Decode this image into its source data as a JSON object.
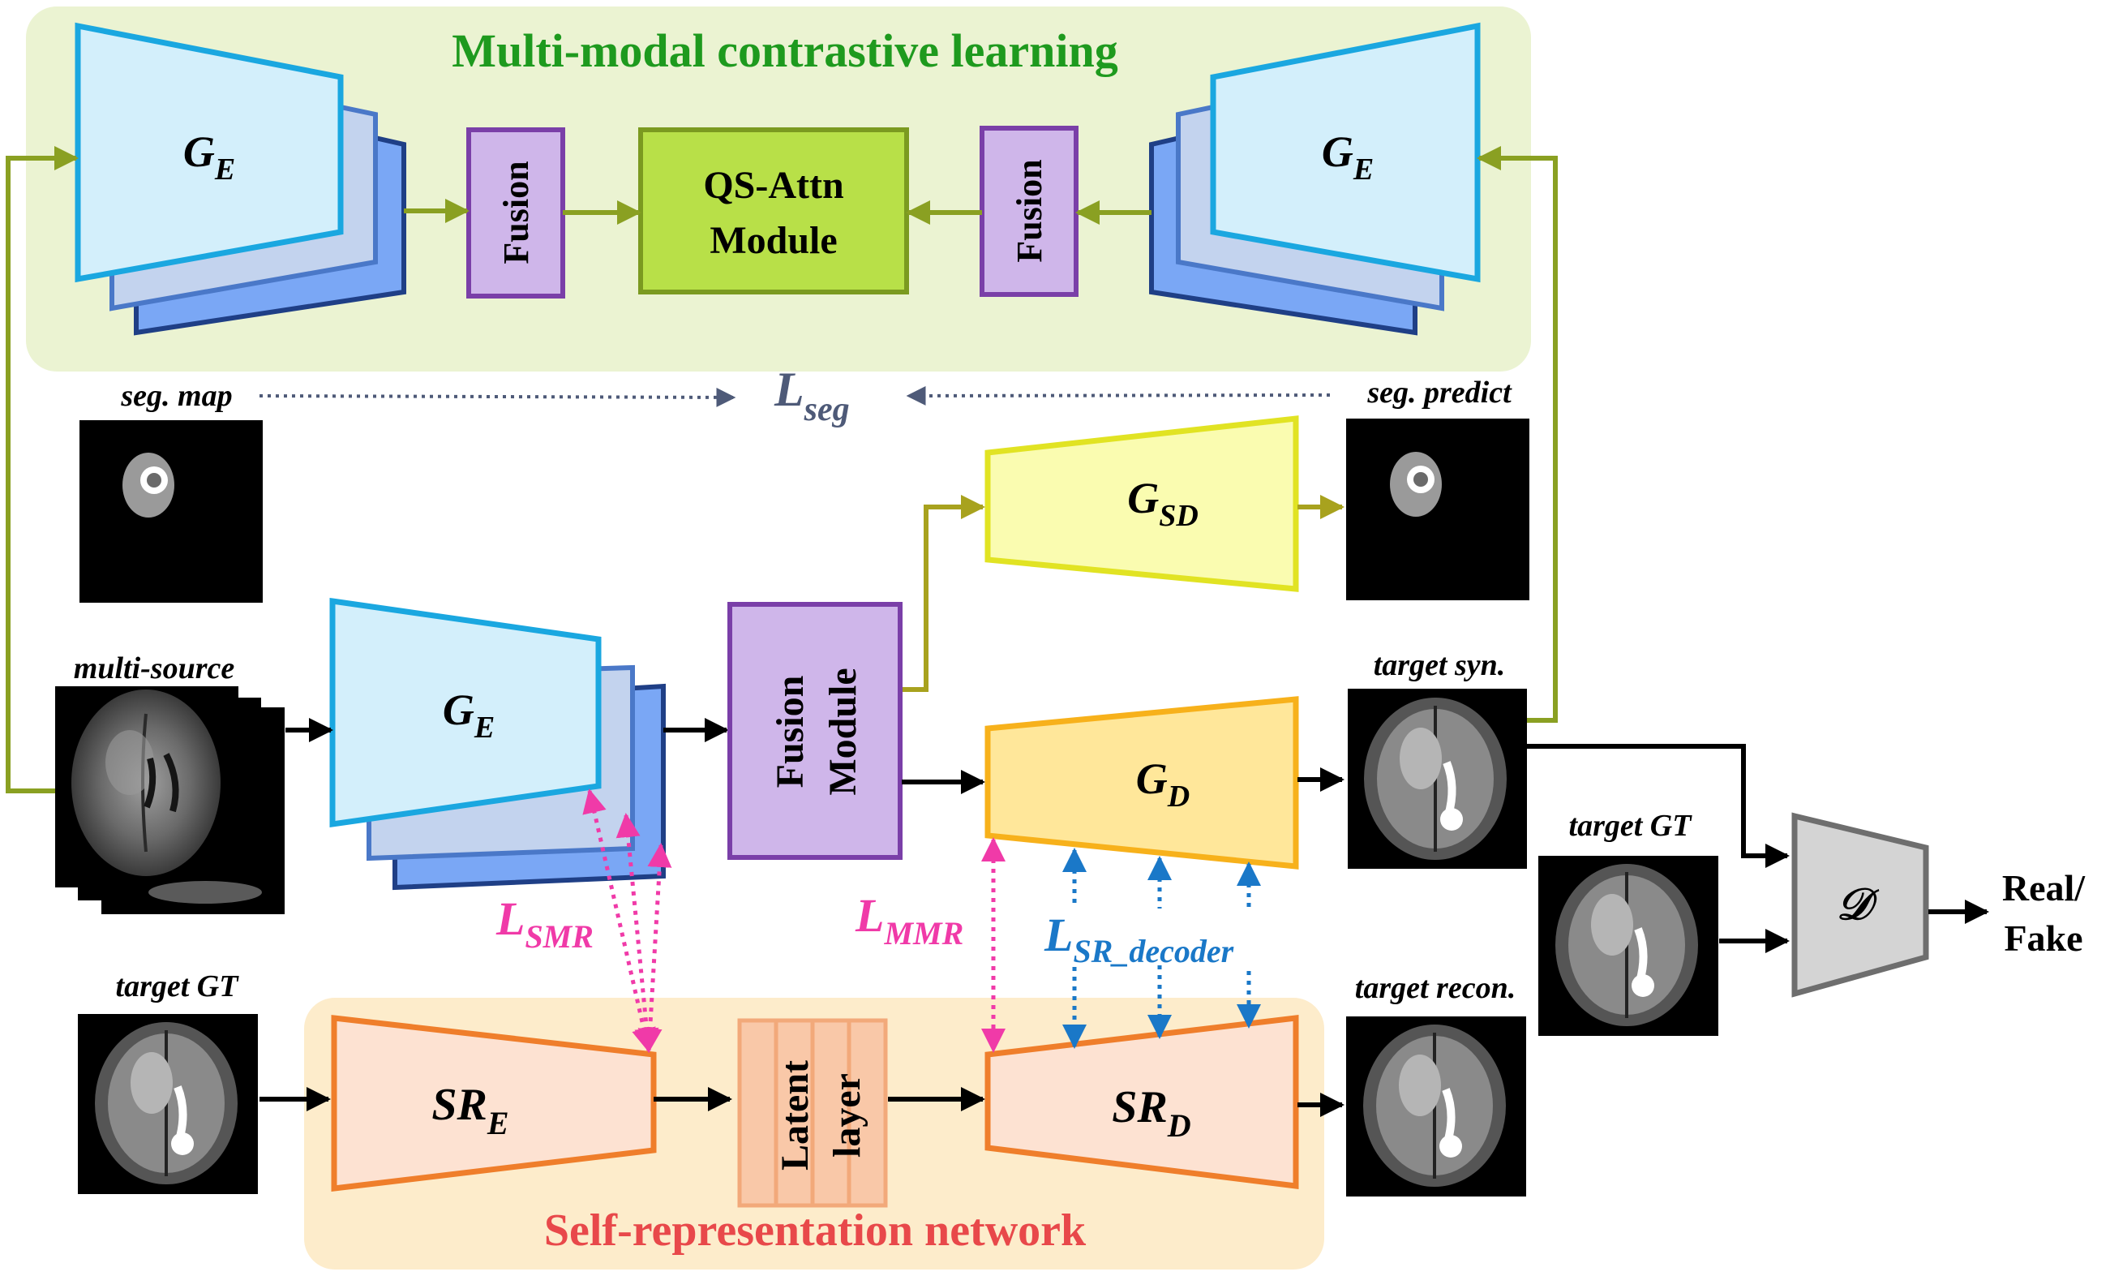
{
  "regions": {
    "contrastive_title": "Multi-modal contrastive learning",
    "self_rep_title": "Self-representation network"
  },
  "modules": {
    "encoder_letter": "G",
    "encoder_sub": "E",
    "fusion_label": "Fusion",
    "qs_attn_line1": "QS-Attn",
    "qs_attn_line2": "Module",
    "fusion_module_line1": "Fusion",
    "fusion_module_line2": "Module",
    "seg_decoder_letter": "G",
    "seg_decoder_sub": "SD",
    "decoder_letter": "G",
    "decoder_sub": "D",
    "sr_encoder_letter": "SR",
    "sr_encoder_sub": "E",
    "sr_decoder_letter": "SR",
    "sr_decoder_sub": "D",
    "latent_line1": "Latent",
    "latent_line2": "layer",
    "discriminator_symbol": "𝒟",
    "output_line1": "Real/",
    "output_line2": "Fake"
  },
  "images": {
    "seg_map": "seg. map",
    "seg_predict": "seg. predict",
    "multi_source": "multi-source",
    "target_syn": "target syn.",
    "target_gt_left": "target GT",
    "target_gt_right": "target GT",
    "target_recon": "target recon."
  },
  "losses": {
    "seg_letter": "L",
    "seg_sub": "seg",
    "smr_letter": "L",
    "smr_sub": "SMR",
    "mmr_letter": "L",
    "mmr_sub": "MMR",
    "sr_decoder_letter": "L",
    "sr_decoder_sub": "SR_decoder"
  },
  "colors": {
    "contrastive_bg": "#ebf3d2",
    "self_rep_bg": "#fdeccb",
    "contrastive_title": "#1e9a1e",
    "self_rep_title": "#e8484a",
    "encoder_front": "#d3effb",
    "encoder_edge": "#1aa7e0",
    "encoder_mid": "#c3d3ee",
    "encoder_back": "#7aa7f5",
    "encoder_back_edge": "#1f3f86",
    "fusion_fill": "#cfb6ea",
    "fusion_edge": "#7a3fa8",
    "qs_fill": "#b8e048",
    "qs_edge": "#7b9a20",
    "olive_arrow": "#8aa022",
    "seg_decoder_fill": "#fafcb0",
    "seg_decoder_edge": "#e1e323",
    "decoder_fill": "#ffe79a",
    "decoder_edge": "#f7b11b",
    "sr_fill": "#fde2d2",
    "sr_edge": "#ef7e2b",
    "latent_fill": "#f9c8a8",
    "latent_edge": "#f2a97a",
    "seg_loss": "#4e5a78",
    "smr_loss": "#f03aa8",
    "sr_decoder_loss": "#1a78c8",
    "discriminator_fill": "#d4d4d4",
    "discriminator_edge": "#6e6e6e"
  }
}
